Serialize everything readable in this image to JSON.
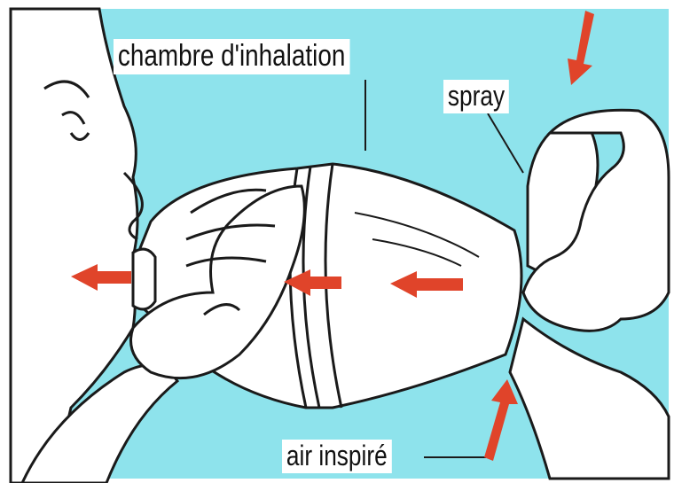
{
  "labels": {
    "chamber": "chambre d'inhalation",
    "spray": "spray",
    "air": "air inspiré"
  },
  "colors": {
    "background": "#8ee3ec",
    "arrow": "#e0442a",
    "line": "#1a1a1a",
    "skin": "#ffffff"
  },
  "icons": {
    "flow_arrows": "arrow-left-icon",
    "press_arrow": "arrow-down-icon",
    "air_arrow": "arrow-up-icon"
  }
}
